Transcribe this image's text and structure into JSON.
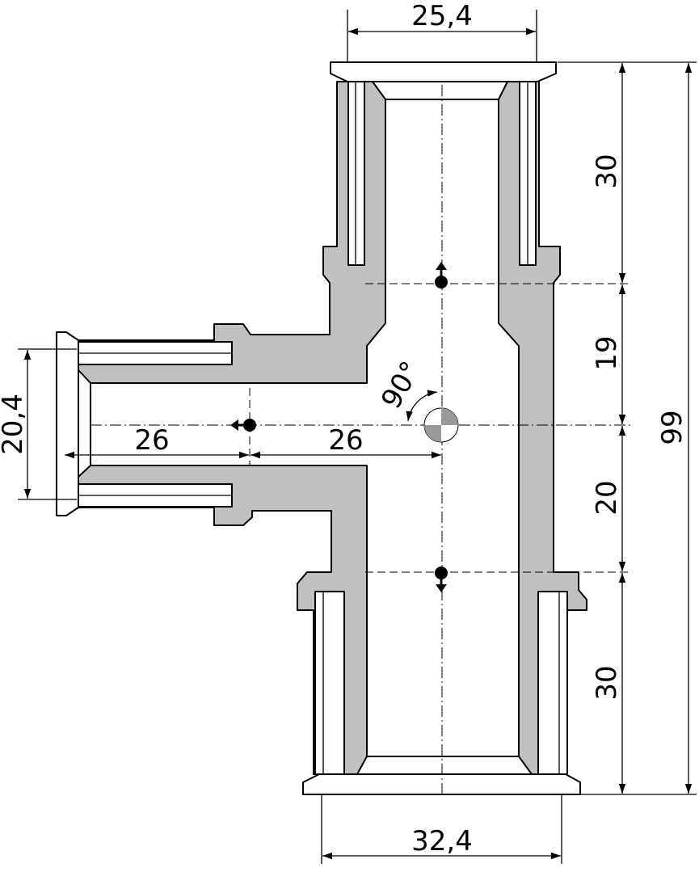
{
  "dimensions": {
    "top_width": "25,4",
    "bottom_width": "32,4",
    "left_height": "20,4",
    "branch_left": "26",
    "branch_right": "26",
    "angle": "90°",
    "upper_socket": "30",
    "upper_center": "19",
    "lower_center": "20",
    "lower_socket": "30",
    "overall": "99"
  },
  "colors": {
    "body": "#c0c0c0",
    "line": "#000000"
  }
}
